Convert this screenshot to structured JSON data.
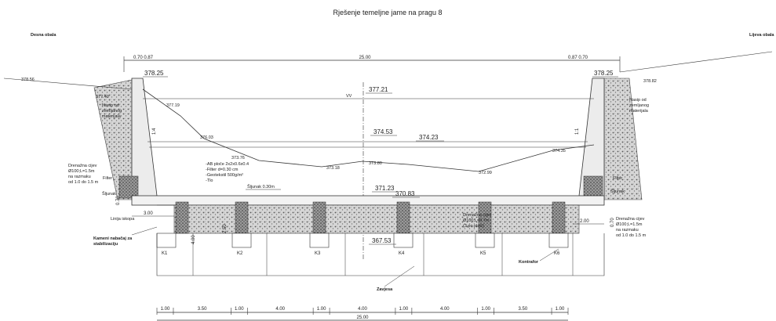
{
  "title": "Rješenje temeljne jame na pragu 8",
  "bank_left": "Desna obala",
  "bank_right": "Lijeva obala",
  "top_dims": {
    "left_small": "0.70 0.87",
    "span": "25.00",
    "right_small": "0.87 0.70"
  },
  "elevations": {
    "e378_56": "378.56",
    "e378_25_left": "378.25",
    "e378_25_right": "378.25",
    "e378_82": "378.82",
    "e377_40": "377.40",
    "e377_21": "377.21",
    "vv": "VV",
    "e377_19": "377.19",
    "e376_03": "376.03",
    "e374_53": "374.53",
    "e374_23": "374.23",
    "e374_35": "374.35",
    "e373_76": "373.76",
    "e373_18": "373.18",
    "e373_80": "373.80",
    "e372_99": "372.99",
    "e371_23": "371.23",
    "e370_83": "370.83",
    "e367_53": "367.53"
  },
  "labels": {
    "nasip_left": [
      "Nasip od",
      "zemljanog",
      "materijala"
    ],
    "nasip_right": [
      "Nasip od",
      "zemljanog",
      "materijala"
    ],
    "drain_left": [
      "Drenažna cijev",
      "Ø100;L=1.5m",
      "na razmaku",
      "od 1.0 do 1.5 m"
    ],
    "drain_right": [
      "Drenažna cijev",
      "Ø100;L=1.5m",
      "na razmaku",
      "od 1.0 do 1.5 m"
    ],
    "drain_mid": [
      "Drenažna cijev",
      "Ø100;L=0.7m",
      "(3 po ploči)"
    ],
    "layers": [
      "-AB ploče 2x2x0.6x0.4",
      "-Filter d=0.30 cm",
      "-Geotekstil 500g/m²",
      "-Tlo"
    ],
    "filter_left": "Filter",
    "filter_right": "Filter",
    "sljunak_left": "Šljunak",
    "sljunak_right": "Šljunak",
    "sljunak_mid": "Šljunak 0.30m",
    "linija_iskopa": "Linija iskopa",
    "kameni": [
      "Kameni nabačaj za",
      "stabilizaciju"
    ],
    "zavjesa": "Zavjesa",
    "kontrafor": "Kontrafor"
  },
  "side_dims": {
    "left_vert": "0.70",
    "left_base": "3.00",
    "right_vert": "0.70",
    "right_base": "2.00",
    "rot_left": "1:4",
    "rot_right": "1:1",
    "pile_depth": "4.00",
    "pile_mid": "2.50"
  },
  "counterforts": [
    "K1",
    "K2",
    "K3",
    "K4",
    "K5",
    "K6"
  ],
  "bottom_dims": [
    "1.00",
    "3.50",
    "1.00",
    "4.00",
    "1.00",
    "4.00",
    "1.00",
    "4.00",
    "1.00",
    "3.50",
    "1.00"
  ],
  "bottom_total": "25.00"
}
